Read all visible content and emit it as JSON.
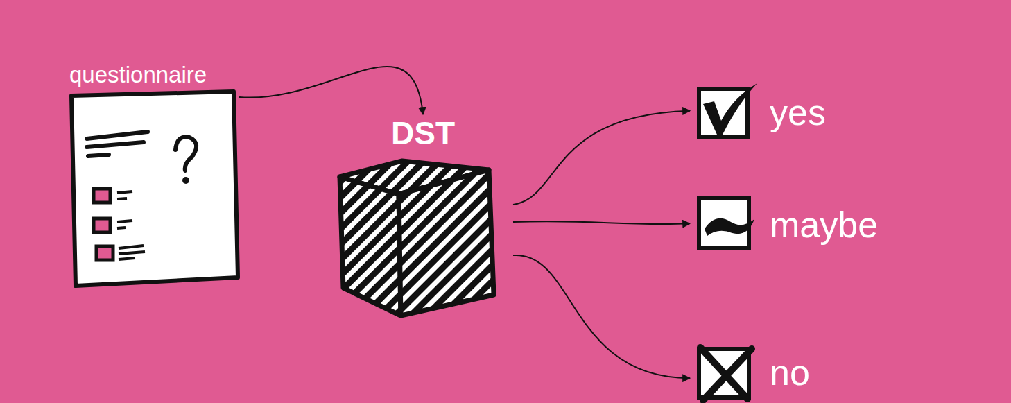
{
  "diagram": {
    "nodes": [
      {
        "text": [
          "questionnaire"
        ]
      },
      {
        "text": [
          "DST"
        ]
      },
      {
        "text": [
          "yes"
        ]
      },
      {
        "text": [
          "maybe"
        ]
      },
      {
        "text": [
          "no"
        ]
      }
    ],
    "edges": [
      {
        "from": 0,
        "to": 1,
        "arrow": "to"
      },
      {
        "from": 1,
        "to": 2,
        "arrow": "to"
      },
      {
        "from": 1,
        "to": 3,
        "arrow": "to"
      },
      {
        "from": 1,
        "to": 4,
        "arrow": "to"
      }
    ]
  }
}
